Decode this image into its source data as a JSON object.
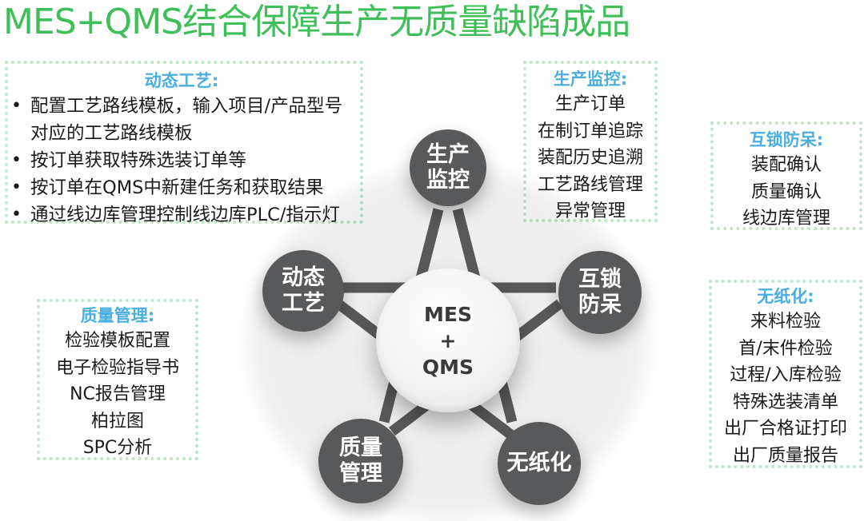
{
  "title": "MES+QMS结合保障生产无质量缺陷成品",
  "colors": {
    "title": "#3fbf5a",
    "box_heading": "#4aaee0",
    "box_border": "#bfe6c9",
    "node_fill": "#58595b",
    "connector": "#58595b"
  },
  "center": {
    "line1": "MES",
    "line2": "+",
    "line3": "QMS"
  },
  "nodes": {
    "production_monitoring": {
      "line1": "生产",
      "line2": "监控"
    },
    "dynamic_process": {
      "line1": "动态",
      "line2": "工艺"
    },
    "interlock": {
      "line1": "互锁",
      "line2": "防呆"
    },
    "quality_management": {
      "line1": "质量",
      "line2": "管理"
    },
    "paperless": {
      "line1": "无纸化"
    }
  },
  "boxes": {
    "dynamic_process": {
      "heading": "动态工艺:",
      "bullet": "•",
      "items": [
        {
          "text": "配置工艺路线模板，输入项目/产品型号",
          "cont": "对应的工艺路线模板"
        },
        {
          "text": "按订单获取特殊选装订单等"
        },
        {
          "text": "按订单在QMS中新建任务和获取结果"
        },
        {
          "text": "通过线边库管理控制线边库PLC/指示灯"
        }
      ]
    },
    "production_monitoring": {
      "heading": "生产监控:",
      "items": [
        "生产订单",
        "在制订单追踪",
        "装配历史追溯",
        "工艺路线管理",
        "异常管理"
      ]
    },
    "interlock": {
      "heading": "互锁防呆:",
      "items": [
        "装配确认",
        "质量确认",
        "线边库管理"
      ]
    },
    "paperless": {
      "heading": "无纸化:",
      "items": [
        "来料检验",
        "首/末件检验",
        "过程/入库检验",
        "特殊选装清单",
        "出厂合格证打印",
        "出厂质量报告"
      ]
    },
    "quality_management": {
      "heading": "质量管理:",
      "items": [
        "检验模板配置",
        "电子检验指导书",
        "NC报告管理",
        "柏拉图",
        "SPC分析"
      ]
    }
  }
}
